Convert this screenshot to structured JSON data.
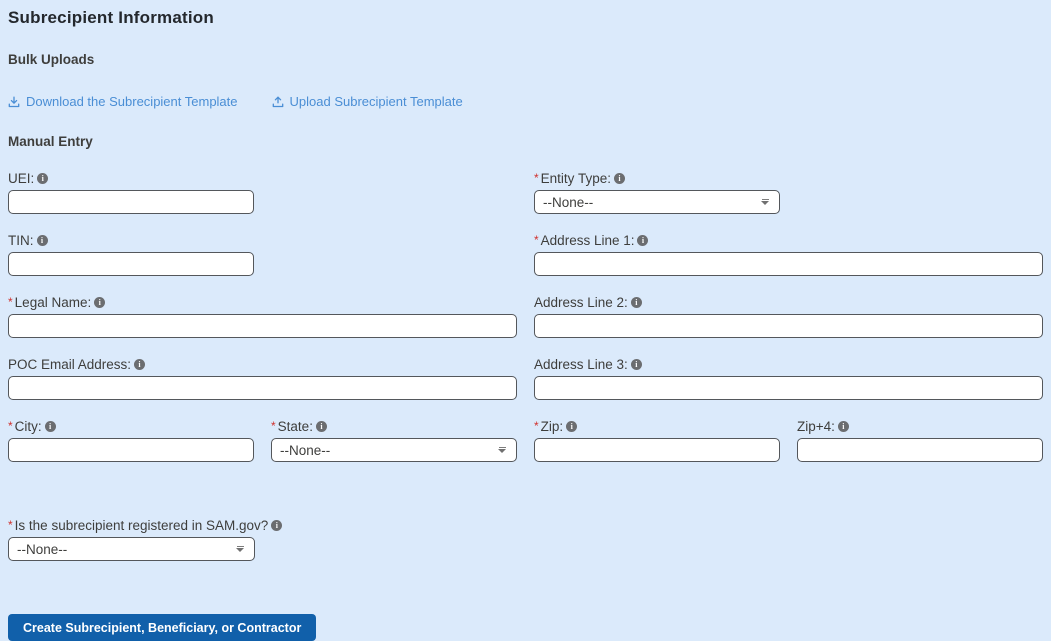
{
  "header": {
    "title": "Subrecipient Information"
  },
  "sections": {
    "bulk_uploads": "Bulk Uploads",
    "manual_entry": "Manual Entry"
  },
  "links": {
    "download_label": "Download the Subrecipient Template",
    "upload_label": "Upload Subrecipient Template"
  },
  "ui": {
    "required_marker": "*"
  },
  "fields": {
    "uei": {
      "label": "UEI:",
      "required": false,
      "type": "text",
      "value": ""
    },
    "entity_type": {
      "label": "Entity Type:",
      "required": true,
      "type": "select",
      "value": "--None--"
    },
    "tin": {
      "label": "TIN:",
      "required": false,
      "type": "text",
      "value": ""
    },
    "address1": {
      "label": "Address Line 1:",
      "required": true,
      "type": "text",
      "value": ""
    },
    "legal_name": {
      "label": "Legal Name:",
      "required": true,
      "type": "text",
      "value": ""
    },
    "address2": {
      "label": "Address Line 2:",
      "required": false,
      "type": "text",
      "value": ""
    },
    "poc_email": {
      "label": "POC Email Address:",
      "required": false,
      "type": "text",
      "value": ""
    },
    "address3": {
      "label": "Address Line 3:",
      "required": false,
      "type": "text",
      "value": ""
    },
    "city": {
      "label": "City:",
      "required": true,
      "type": "text",
      "value": ""
    },
    "state": {
      "label": "State:",
      "required": true,
      "type": "select",
      "value": "--None--"
    },
    "zip": {
      "label": "Zip:",
      "required": true,
      "type": "text",
      "value": ""
    },
    "zip4": {
      "label": "Zip+4:",
      "required": false,
      "type": "text",
      "value": ""
    },
    "sam_registered": {
      "label": "Is the subrecipient registered in SAM.gov?",
      "required": true,
      "type": "select",
      "value": "--None--"
    }
  },
  "actions": {
    "create_label": "Create Subrecipient, Beneficiary, or Contractor"
  },
  "icons": {
    "info": "i-in-circle",
    "download": "tray-arrow-down",
    "upload": "tray-arrow-up",
    "select_caret": "triangle-down"
  },
  "colors": {
    "background": "#dbeafb",
    "link_blue": "#4a8ed5",
    "button_blue": "#1160aa",
    "required_red": "#d0312d",
    "label_text": "#3e3e3c",
    "input_border": "#54575b",
    "info_icon_gray": "#6b6d70"
  }
}
